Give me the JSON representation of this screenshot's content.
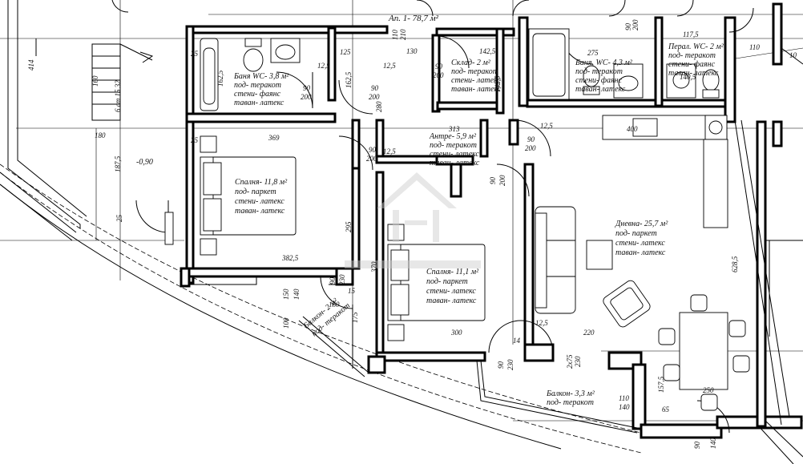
{
  "apartment": {
    "title": "Ап. 1- 78,7 м²"
  },
  "rooms": {
    "bath1": {
      "name": "Баня WC- 3,8 м²",
      "floor": "под- теракот",
      "walls": "стени- фаянс",
      "ceiling": "таван- латекс"
    },
    "storage": {
      "name": "Склад- 2 м²",
      "floor": "под- теракот",
      "walls": "стени- латекс",
      "ceiling": "таван- латекс"
    },
    "bath2": {
      "name": "Баня, WC- 4,3 м²",
      "floor": "под- теракот",
      "walls": "стени- фаянс",
      "ceiling": "таван- латекс"
    },
    "laundry": {
      "name": "Перал. WC- 2 м²",
      "floor": "под- теракот",
      "walls": "стени- фаянс",
      "ceiling": "таван- латекс"
    },
    "bedroom1": {
      "name": "Спалня- 11,8 м²",
      "floor": "под- паркет",
      "walls": "стени- латекс",
      "ceiling": "таван- латекс"
    },
    "hall": {
      "name": "Антре- 5,9 м²",
      "floor": "под- теракот",
      "walls": "стени- латекс",
      "ceiling": "таван- латекс"
    },
    "bedroom2": {
      "name": "Спалня- 11,1 м²",
      "floor": "под- паркет",
      "walls": "стени- латекс",
      "ceiling": "таван- латекс"
    },
    "living": {
      "name": "Дневна- 25,7 м²",
      "floor": "под- паркет",
      "walls": "стени- латекс",
      "ceiling": "таван- латекс"
    },
    "balcony1": {
      "name": "Балкон- 2 м²",
      "floor": "под- теракот"
    },
    "balcony2": {
      "name": "Балкон- 3,3 м²",
      "floor": "под- теракот"
    }
  },
  "dimensions": {
    "d414": "414",
    "d160": "160",
    "d6cm": "6 cm 15 32",
    "d180": "180",
    "d1875": "187,5",
    "level": "-0,90",
    "d25a": "25",
    "d25b": "25",
    "d25c": "25",
    "d1625": "162,5",
    "d125a": "12,5",
    "d125b": "125",
    "d125c": "12,5",
    "d1625b": "162,5",
    "d90a": "90",
    "d200a": "200",
    "d90b": "90",
    "d200b": "200",
    "d110": "110",
    "d210": "210",
    "d130": "130",
    "d90c": "90",
    "d200c": "200",
    "d1425a": "142,5",
    "d1425b": "142,5",
    "d275": "275",
    "d90d": "90",
    "d200d": "200",
    "d1175": "117,5",
    "d110b": "110",
    "d1405": "140,5",
    "d10": "10",
    "d369": "369",
    "d280": "280",
    "d313": "313",
    "d90e": "90",
    "d200e": "200",
    "d125d": "12,5",
    "d125e": "12,5",
    "d90f": "90",
    "d200f": "200",
    "d400": "400",
    "d90g": "90",
    "d200g": "200",
    "d3825": "382,5",
    "d295": "295",
    "d370": "370",
    "d90h": "90",
    "d230a": "230",
    "d150": "150",
    "d100": "100",
    "d140": "140",
    "d160b": "160",
    "d175": "175",
    "d300": "300",
    "d125f": "12,5",
    "d220": "220",
    "d90i": "90",
    "d230b": "230",
    "d2x75": "2x75",
    "d230c": "230",
    "d6285": "628,5",
    "d1575": "157,5",
    "d110c": "110",
    "d140b": "140",
    "d65": "65",
    "d250": "250",
    "d90j": "90",
    "d140c": "140",
    "d15": "15",
    "d14": "14"
  }
}
